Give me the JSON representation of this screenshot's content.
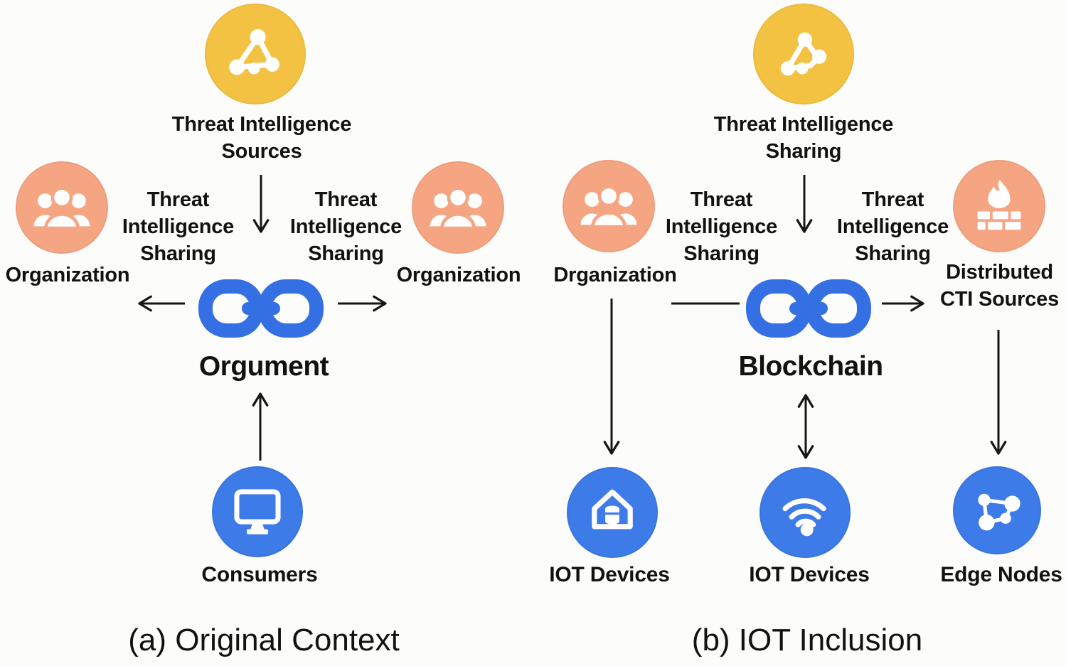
{
  "colors": {
    "yellow": "#F4C242",
    "orange": "#F6A582",
    "blue": "#3D7BE8",
    "chain": "#3470E4",
    "arrow": "#161616",
    "text": "#121212",
    "bg": "#FCFCFA"
  },
  "panel_a": {
    "caption": "(a) Original Context",
    "sources_label": "Threat Intelligence Sources",
    "share_left_label": "Threat Intelligence Sharing",
    "share_right_label": "Threat Intelligence Sharing",
    "org_left_label": "Organization",
    "org_right_label": "Organization",
    "hub_label": "Orgument",
    "consumers_label": "Consumers"
  },
  "panel_b": {
    "caption": "(b) IOT Inclusion",
    "sharing_label": "Threat Intelligence Sharing",
    "share_left_label": "Threat Intelligence Sharing",
    "share_right_label": "Threat Intelligence Sharing",
    "org_left_label": "Drganization",
    "cti_label": "Distributed CTI Sources",
    "hub_label": "Blockchain",
    "iot_home_label": "IOT Devices",
    "iot_wifi_label": "IOT Devices",
    "edge_nodes_label": "Edge Nodes"
  },
  "icons": {
    "sources": "network-share-icon",
    "organization": "people-group-icon",
    "hub": "chain-link-icon",
    "consumers": "monitor-icon",
    "cti": "firewall-icon",
    "iot_home": "smart-home-icon",
    "iot_wifi": "wifi-icon",
    "edge_nodes": "connected-nodes-icon"
  }
}
